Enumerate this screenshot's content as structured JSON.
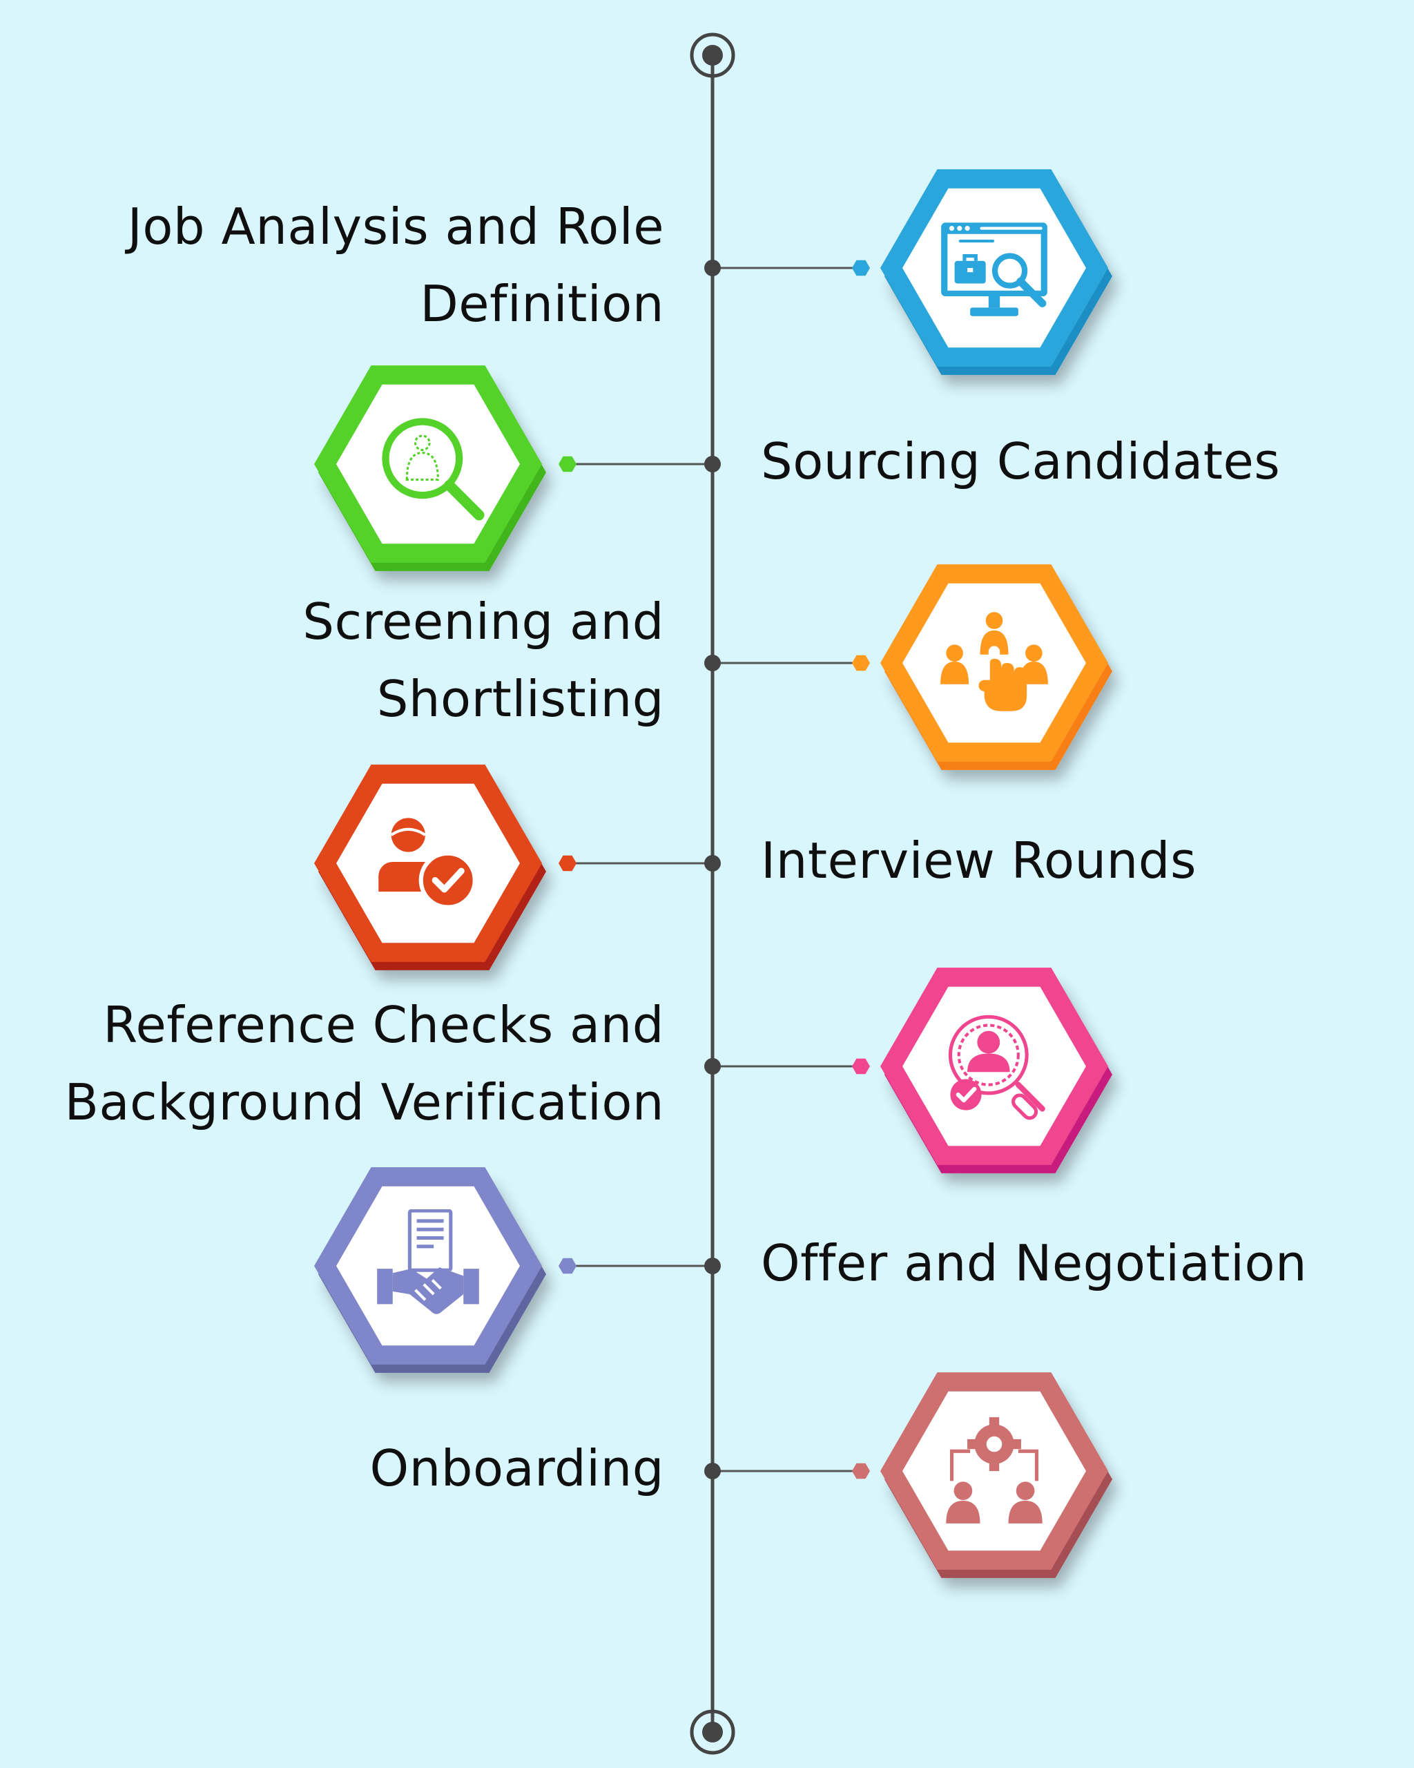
{
  "steps": [
    {
      "label": "Job Analysis and Role\nDefinition",
      "side": "left",
      "color": "#2aa6dc",
      "dark": "#1e8ec4",
      "icon": "recruitment-monitor-icon"
    },
    {
      "label": "Sourcing Candidates",
      "side": "right",
      "color": "#55d22a",
      "dark": "#3fb51b",
      "icon": "candidate-search-icon"
    },
    {
      "label": "Screening and\nShortlisting",
      "side": "left",
      "color": "#ff9a1f",
      "dark": "#f77f12",
      "icon": "candidate-selection-icon"
    },
    {
      "label": "Interview Rounds",
      "side": "right",
      "color": "#e2471c",
      "dark": "#b02014",
      "icon": "approved-candidate-icon"
    },
    {
      "label": "Reference Checks and\nBackground Verification",
      "side": "left",
      "color": "#f0458f",
      "dark": "#c71f7e",
      "icon": "verification-search-icon"
    },
    {
      "label": "Offer and Negotiation",
      "side": "right",
      "color": "#7f86c9",
      "dark": "#5f659e",
      "icon": "handshake-contract-icon"
    },
    {
      "label": "Onboarding",
      "side": "left",
      "color": "#cf7070",
      "dark": "#a55055",
      "icon": "onboarding-team-icon"
    }
  ]
}
